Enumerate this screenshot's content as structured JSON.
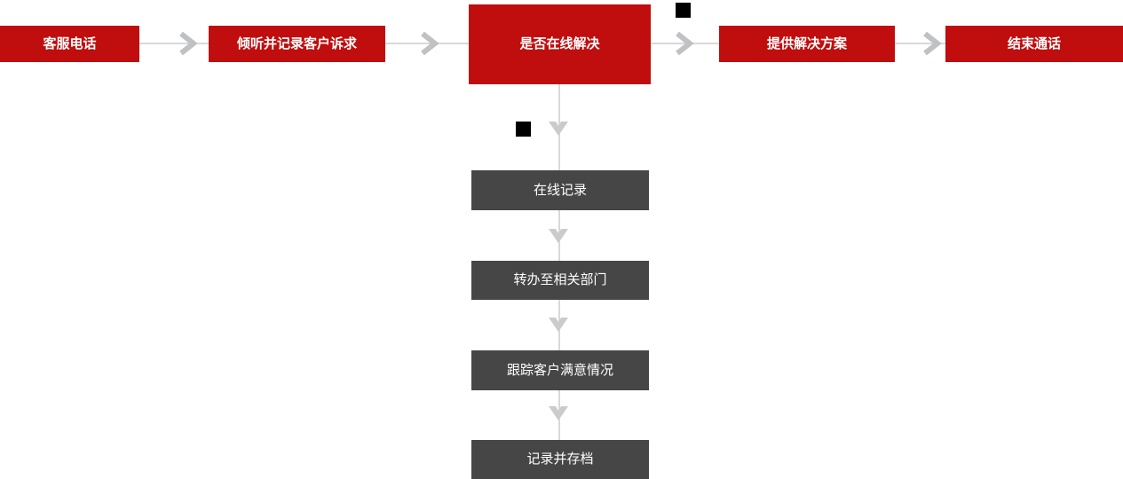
{
  "flowchart": {
    "top_row": {
      "nodes": [
        {
          "id": "start",
          "label": "客服电话"
        },
        {
          "id": "listen",
          "label": "倾听并记录客户诉求"
        },
        {
          "id": "decision",
          "label": "是否在线解决"
        },
        {
          "id": "solution",
          "label": "提供解决方案"
        },
        {
          "id": "end",
          "label": "结束通话"
        }
      ]
    },
    "branch_column": {
      "nodes": [
        {
          "id": "online-record",
          "label": "在线记录"
        },
        {
          "id": "transfer",
          "label": "转办至相关部门"
        },
        {
          "id": "track",
          "label": "跟踪客户满意情况"
        },
        {
          "id": "archive",
          "label": "记录并存档"
        }
      ]
    },
    "branch_markers": [
      {
        "id": "yes-marker",
        "glyph": "missing-glyph-black-square",
        "position": "above-connector-to-solution"
      },
      {
        "id": "no-marker",
        "glyph": "missing-glyph-black-square",
        "position": "beside-down-arrow-below-decision"
      }
    ],
    "colors": {
      "process_red": "#c00d0d",
      "branch_gray": "#464646",
      "connector_line": "#d9d9d9",
      "arrow_glyph": "#c0c1c3",
      "down_arrow_glyph": "#c9cbcd",
      "marker_black": "#000000",
      "node_text": "#ffffff",
      "background": "#ffffff"
    }
  }
}
